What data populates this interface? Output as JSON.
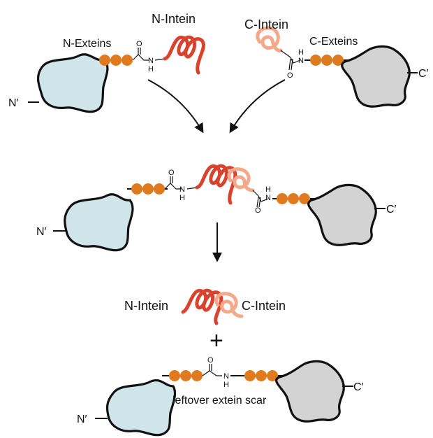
{
  "labels": {
    "n_intein_top": "N-Intein",
    "c_intein_top": "C-Intein",
    "n_exteins": "N-Exteins",
    "c_exteins": "C-Exteins",
    "n_prime": "N′",
    "c_prime": "C′",
    "n_intein_bottom": "N-Intein",
    "c_intein_bottom": "C-Intein",
    "plus": "+",
    "scar": "leftover extein scar",
    "amide_o": "O",
    "amide_n": "N",
    "amide_h": "H"
  },
  "colors": {
    "bead": "#E07A1F",
    "n_intein": "#D9432E",
    "c_intein": "#F4A98A",
    "n_protein_fill": "#CFE5EA",
    "c_protein_fill": "#D3D3D3",
    "outline": "#111111"
  }
}
